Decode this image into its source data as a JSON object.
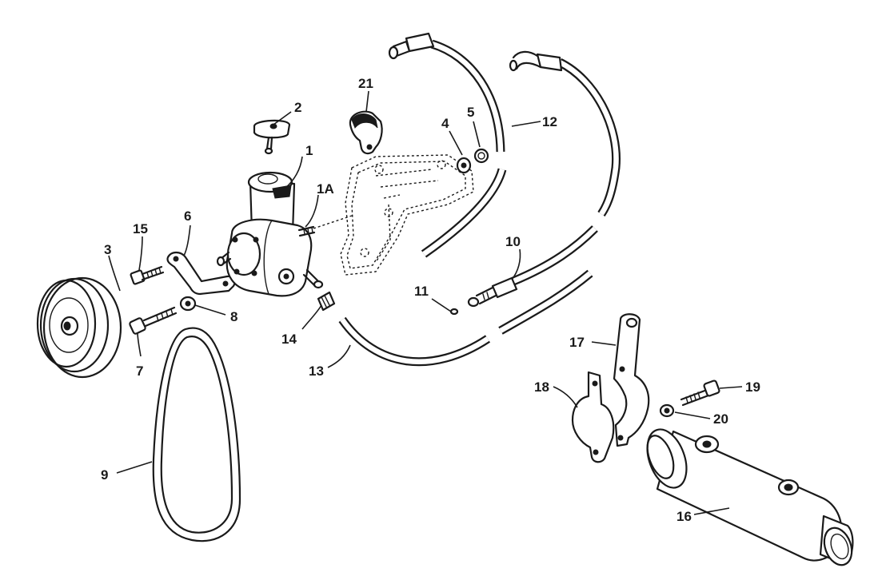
{
  "callouts": [
    {
      "id": "c1",
      "label": "1"
    },
    {
      "id": "c1a",
      "label": "1A"
    },
    {
      "id": "c2",
      "label": "2"
    },
    {
      "id": "c3",
      "label": "3"
    },
    {
      "id": "c4",
      "label": "4"
    },
    {
      "id": "c5",
      "label": "5"
    },
    {
      "id": "c6",
      "label": "6"
    },
    {
      "id": "c7",
      "label": "7"
    },
    {
      "id": "c8",
      "label": "8"
    },
    {
      "id": "c9",
      "label": "9"
    },
    {
      "id": "c10",
      "label": "10"
    },
    {
      "id": "c11",
      "label": "11"
    },
    {
      "id": "c12",
      "label": "12"
    },
    {
      "id": "c13",
      "label": "13"
    },
    {
      "id": "c14",
      "label": "14"
    },
    {
      "id": "c15",
      "label": "15"
    },
    {
      "id": "c16",
      "label": "16"
    },
    {
      "id": "c17",
      "label": "17"
    },
    {
      "id": "c18",
      "label": "18"
    },
    {
      "id": "c19",
      "label": "19"
    },
    {
      "id": "c20",
      "label": "20"
    },
    {
      "id": "c21",
      "label": "21"
    }
  ]
}
